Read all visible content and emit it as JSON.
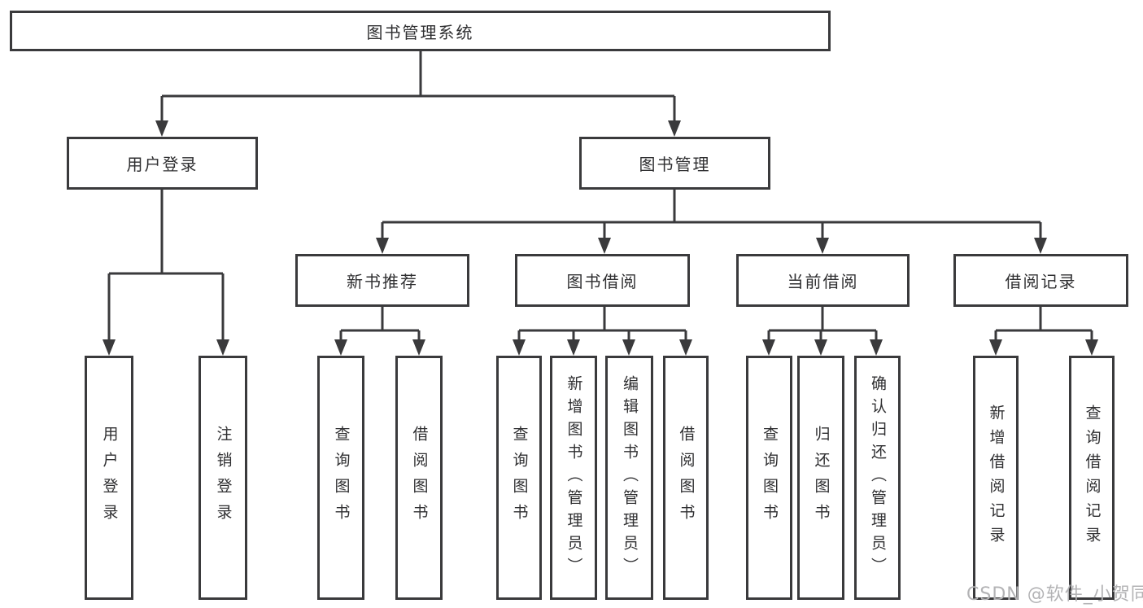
{
  "diagram": {
    "root": {
      "label": "图书管理系统"
    },
    "level2": [
      {
        "label": "用户登录",
        "children": [
          "用户登录",
          "注销登录"
        ]
      },
      {
        "label": "图书管理"
      }
    ],
    "level3": [
      {
        "label": "新书推荐",
        "children": [
          "查询图书",
          "借阅图书"
        ]
      },
      {
        "label": "图书借阅",
        "children": [
          "查询图书",
          "新增图书（管理员）",
          "编辑图书（管理员）",
          "借阅图书"
        ]
      },
      {
        "label": "当前借阅",
        "children": [
          "查询图书",
          "归还图书",
          "确认归还（管理员）"
        ]
      },
      {
        "label": "借阅记录",
        "children": [
          "新增借阅记录",
          "查询借阅记录"
        ]
      }
    ]
  },
  "watermark": "CSDN @软件_小贺同学",
  "colors": {
    "line": "#3a3a3c",
    "text": "#2f2f31",
    "watermark": "#b3b3b5",
    "background": "#ffffff"
  }
}
